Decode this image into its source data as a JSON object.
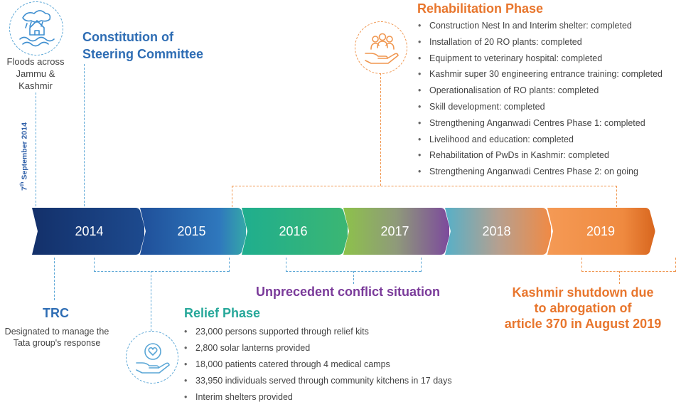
{
  "flood": {
    "label_line1": "Floods across",
    "label_line2": "Jammu &",
    "label_line3": "Kashmir",
    "date_day": "7",
    "date_suffix": "th",
    "date_rest": " September 2014",
    "icon": "flood-house-icon"
  },
  "steering": {
    "line1": "Constitution of",
    "line2": "Steering Committee"
  },
  "rehabilitation": {
    "title": "Rehabilitation Phase",
    "icon": "hand-people-icon",
    "items": [
      "Construction Nest In and Interim shelter: completed",
      "Installation of 20 RO plants: completed",
      "Equipment to veterinary hospital: completed",
      "Kashmir super 30 engineering entrance training: completed",
      "Operationalisation of RO plants: completed",
      "Skill development: completed",
      "Strengthening Anganwadi Centres Phase 1: completed",
      "Livelihood and education: completed",
      "Rehabilitation of PwDs in Kashmir: completed",
      "Strengthening Anganwadi Centres Phase 2: on going"
    ]
  },
  "timeline": {
    "years": [
      "2014",
      "2015",
      "2016",
      "2017",
      "2018",
      "2019"
    ]
  },
  "trc": {
    "title": "TRC",
    "desc_line1": "Designated to manage the",
    "desc_line2": "Tata group's response"
  },
  "relief": {
    "title": "Relief Phase",
    "icon": "hand-heart-icon",
    "items": [
      "23,000 persons supported through relief kits",
      "2,800 solar lanterns provided",
      "18,000 patients catered through 4 medical camps",
      "33,950 individuals served through community kitchens in 17 days",
      "Interim shelters provided"
    ]
  },
  "conflict": {
    "title": "Unprecedent conflict situation"
  },
  "shutdown": {
    "line1": "Kashmir shutdown due",
    "line2": "to abrogation of",
    "line3": "article 370 in August 2019"
  },
  "colors": {
    "blue_dark": "#13326b",
    "blue": "#2e6db4",
    "teal": "#27a89a",
    "green": "#8dc24a",
    "purple": "#7a3a9a",
    "orange": "#e8762d"
  }
}
